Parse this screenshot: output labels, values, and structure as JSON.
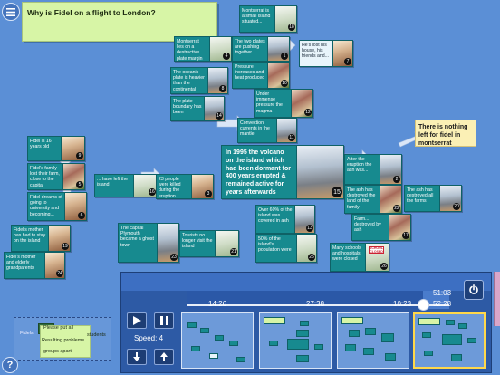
{
  "question": {
    "text": "Why is Fidel on a flight to London?"
  },
  "note": {
    "text": "There is nothing left for fidel in montserrat"
  },
  "cards": [
    {
      "id": "c18",
      "num": "18",
      "text": "Montserrat is a small island situated..."
    },
    {
      "id": "c4",
      "num": "4",
      "text": "Montserrat lies on a destructive plate margin"
    },
    {
      "id": "c1",
      "num": "1",
      "text": "The two plates are pushing together"
    },
    {
      "id": "c7",
      "num": "7",
      "text": "He's lost his house, his friends and..."
    },
    {
      "id": "c8",
      "num": "8",
      "text": "The oceanic plate is heavier than the continental"
    },
    {
      "id": "c10",
      "num": "10",
      "text": "Pressure increases and heat produced"
    },
    {
      "id": "c14",
      "num": "14",
      "text": "The plate boundary has been"
    },
    {
      "id": "c12",
      "num": "12",
      "text": "Under immense pressure the magma"
    },
    {
      "id": "c11",
      "num": "11",
      "text": "Convection currents in the mantle"
    },
    {
      "id": "c15",
      "num": "15",
      "text": "In 1995 the volcano on the island which had been dormant for 400 years erupted & remained active for years afterwards"
    },
    {
      "id": "c9",
      "num": "9",
      "text": "Fidel is 16 years old"
    },
    {
      "id": "c5",
      "num": "5",
      "text": "Fidel's family lost their farm, close to the capital"
    },
    {
      "id": "c16",
      "num": "16",
      "text": "... have left the island"
    },
    {
      "id": "c3",
      "num": "3",
      "text": "23 people were killed during the eruption"
    },
    {
      "id": "c6",
      "num": "6",
      "text": "Fidel dreams of going to university and becoming..."
    },
    {
      "id": "c2",
      "num": "2",
      "text": "After the eruption the ash was..."
    },
    {
      "id": "c22",
      "num": "22",
      "text": "The ash has destroyed the land of the family"
    },
    {
      "id": "c20",
      "num": "20",
      "text": "The ash has destroyed all the farms"
    },
    {
      "id": "c19",
      "num": "19",
      "text": "Fidel's mother has had to stay on the island"
    },
    {
      "id": "c23",
      "num": "23",
      "text": "The capital Plymouth became a ghost town"
    },
    {
      "id": "c21",
      "num": "21",
      "text": "Tourists no longer visit the island"
    },
    {
      "id": "c13",
      "num": "13",
      "text": "Over 60% of the island was covered in ash"
    },
    {
      "id": "c17",
      "num": "17",
      "text": "Farm... destroyed by ash"
    },
    {
      "id": "c24",
      "num": "24",
      "text": "Fidel's mother and elderly grandparents"
    },
    {
      "id": "c25",
      "num": "25",
      "text": "50% of the island's population were"
    },
    {
      "id": "c26",
      "num": "26",
      "text": "Many schools and hospitals were closed"
    }
  ],
  "school_sign": "SCHOOL CLOSED",
  "timeline": {
    "marker_1": "14:26",
    "marker_2": "27:38",
    "current": "10:23",
    "end_1": "51:03",
    "end_2": "52:28",
    "progress": 0.9,
    "speed_label": "Speed: 4"
  },
  "group": {
    "note_1": "Please put all",
    "note_2": "groups apart",
    "note_3": "Resulting problems",
    "note_4": "Fidels",
    "note_5": "students"
  },
  "icons": {
    "menu": "menu-icon",
    "help": "help-icon",
    "play": "play-icon",
    "pause": "pause-icon",
    "down": "arrow-down-icon",
    "up": "arrow-up-icon",
    "power": "power-icon"
  },
  "help_label": "?"
}
